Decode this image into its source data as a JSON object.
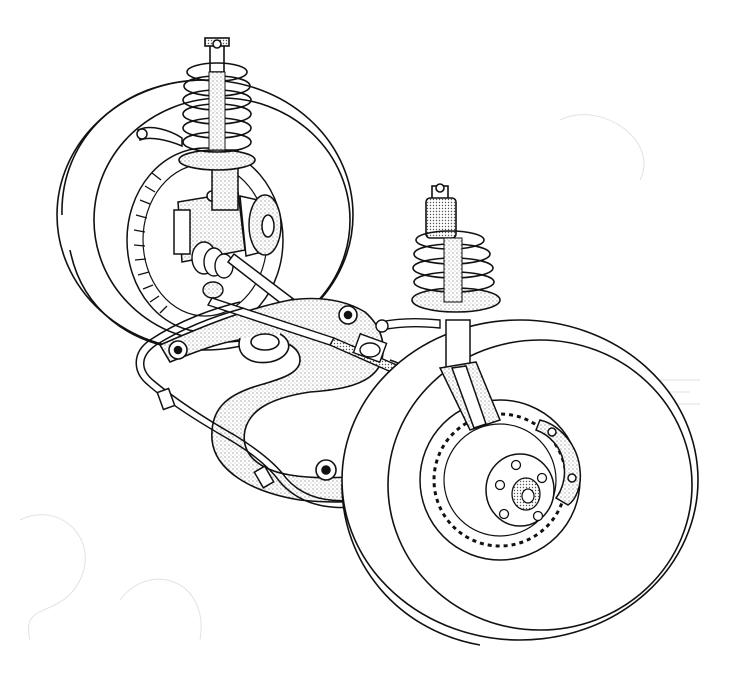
{
  "illustration": {
    "colors": {
      "background": "#ffffff",
      "line": "#111111",
      "stipple": "#8a8a8a",
      "faint": "#d8d8d8"
    },
    "parts": [
      "wheel-left",
      "wheel-right",
      "brake-disc-left",
      "brake-disc-right",
      "coil-spring-left",
      "coil-spring-right",
      "subframe",
      "drive-shaft",
      "steering-rack",
      "anti-roll-bar"
    ]
  }
}
